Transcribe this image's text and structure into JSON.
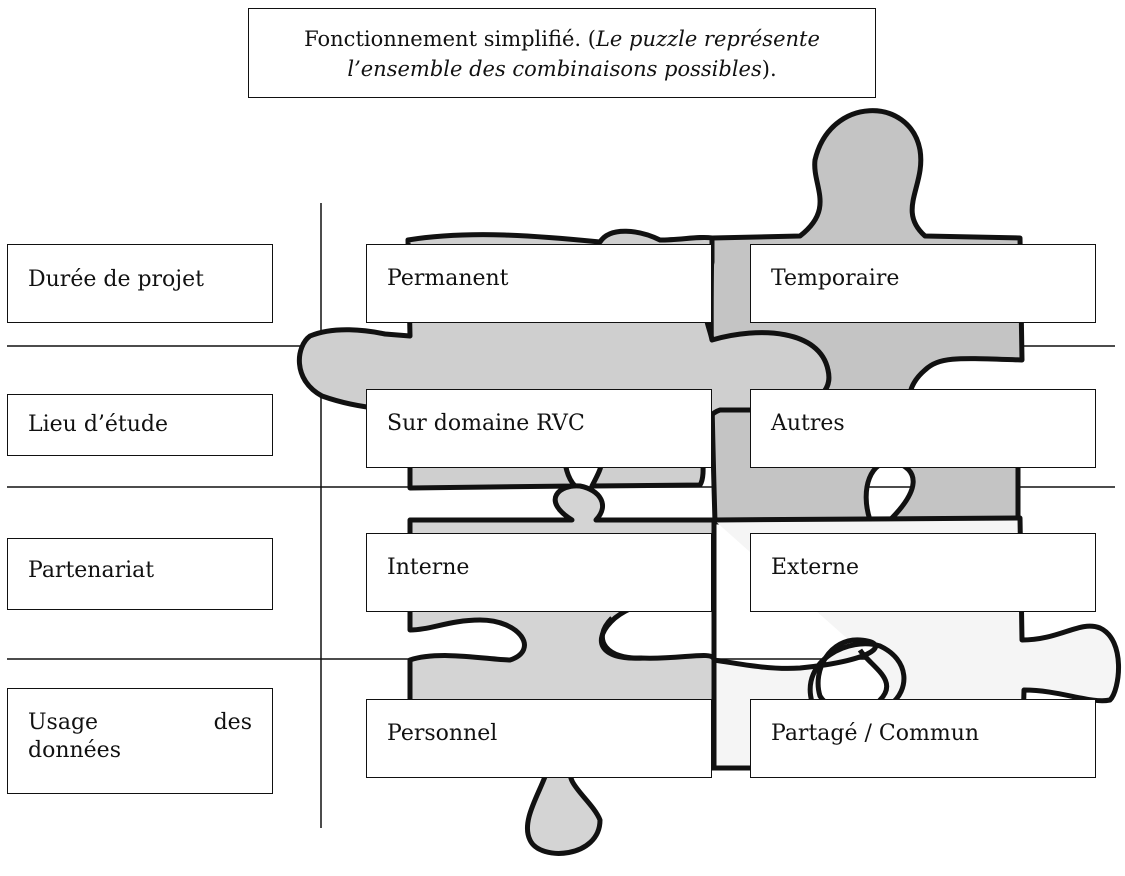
{
  "title": {
    "text_plain": "Fonctionnement simplifié. (",
    "text_italic": "Le puzzle représente l’ensemble des combinaisons possibles",
    "text_end": ")."
  },
  "rows": [
    {
      "label": "Durée de projet",
      "left": "Permanent",
      "right": "Temporaire"
    },
    {
      "label": "Lieu d’étude",
      "left": "Sur domaine RVC",
      "right": "Autres"
    },
    {
      "label": "Partenariat",
      "left": "Interne",
      "right": "Externe"
    },
    {
      "label_word1": "Usage",
      "label_word2": "des",
      "label_word3": "données",
      "left": "Personnel",
      "right": "Partagé / Commun"
    }
  ],
  "colors": {
    "piece_grey": "#c8c8c8",
    "piece_light": "#dcdcdc",
    "piece_white": "#f7f7f7",
    "outline": "#111111"
  }
}
